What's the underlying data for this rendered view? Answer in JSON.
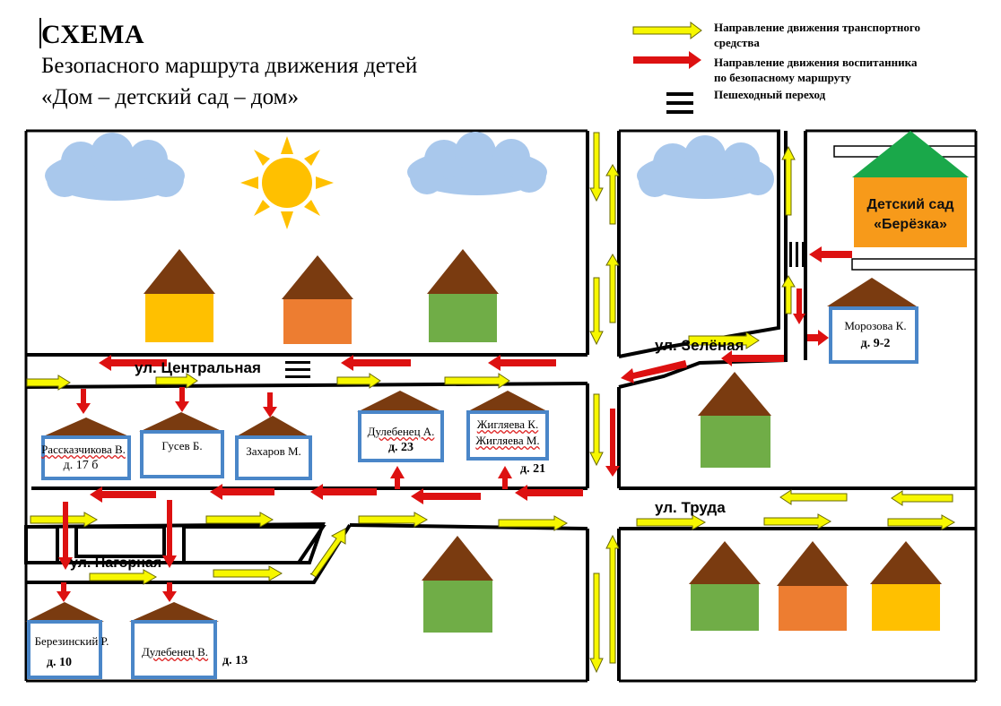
{
  "header": {
    "title": "СХЕМА",
    "subtitle_line1": "Безопасного маршрута движения детей",
    "subtitle_line2": "«Дом – детский сад – дом»"
  },
  "legend": {
    "vehicle_line1": "Направление движения транспортного",
    "vehicle_line2": "средства",
    "child_line1": "Направление движения воспитанника",
    "child_line2": "по безопасному маршруту",
    "crossing": "Пешеходный переход"
  },
  "streets": {
    "central": "ул. Центральная",
    "green": "ул. Зелёная",
    "labor": "ул. Труда",
    "nagornaya": "ул. Нагорная"
  },
  "kindergarten": {
    "line1": "Детский сад",
    "line2": "«Берёзка»"
  },
  "houses": {
    "rasskazchikova": {
      "name": "Рассказчикова В.",
      "number": "д. 17 б"
    },
    "gusev": {
      "name": "Гусев Б."
    },
    "zakharov": {
      "name": "Захаров М."
    },
    "dulebenets_a": {
      "name": "Дулебенец А.",
      "number": "д. 23"
    },
    "zhiglyaeva": {
      "name1": "Жигляева К.",
      "name2": "Жигляева М.",
      "number": "д. 21"
    },
    "morozova": {
      "name": "Морозова К.",
      "number": "д. 9-2"
    },
    "berezinsky": {
      "name": "Березинский Р.",
      "number": "д. 10"
    },
    "dulebenets_v": {
      "name": "Дулебенец В.",
      "number": "д. 13"
    }
  },
  "colors": {
    "vehicle_arrow": "#f7f700",
    "child_arrow": "#dd1111",
    "cloud": "#a9c8ec",
    "sun": "#ffc000",
    "roof": "#7a3b10",
    "kg_roof": "#1aa84a",
    "kg_body": "#f79a1a",
    "frame_blue": "#4a86c8",
    "yellow_house": "#ffc000",
    "orange_house": "#ed7d31",
    "green_house": "#70ad47"
  }
}
